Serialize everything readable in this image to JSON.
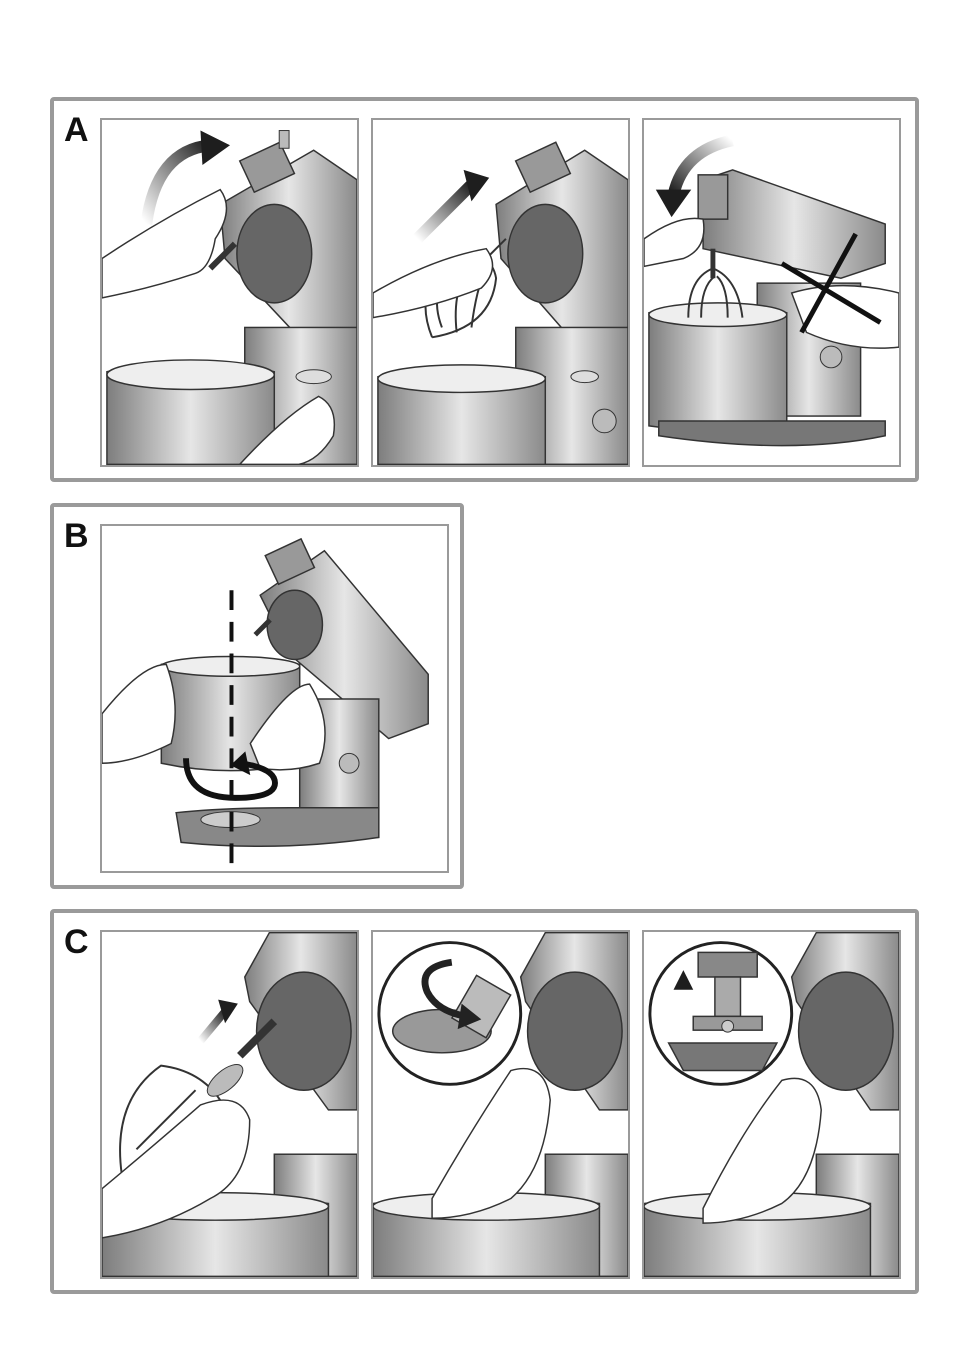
{
  "sections": {
    "a": {
      "letter": "A"
    },
    "b": {
      "letter": "B"
    },
    "c": {
      "letter": "C"
    }
  },
  "icons": {
    "arrow": "curved-arrow-icon",
    "cross": "cross-mark-icon",
    "rotate": "rotation-arrow-icon"
  },
  "colors": {
    "frame": "#9a9a9a",
    "arrow": "#2b2b2b",
    "line": "#333333"
  }
}
